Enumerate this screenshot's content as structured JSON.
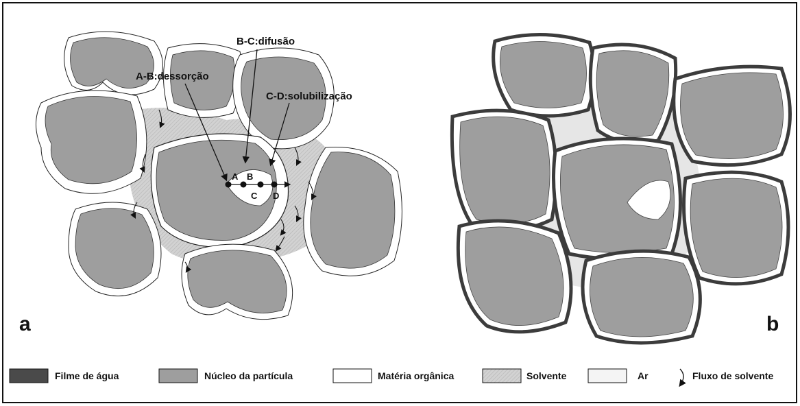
{
  "panels": {
    "a": "a",
    "b": "b"
  },
  "annotations": {
    "bc": "B-C:difusão",
    "ab": "A-B:dessorção",
    "cd": "C-D:solubilização"
  },
  "points": {
    "A": "A",
    "B": "B",
    "C": "C",
    "D": "D"
  },
  "legend": [
    {
      "label": "Filme de água",
      "color": "#4a4a4a"
    },
    {
      "label": "Núcleo da partícula",
      "color": "#9e9e9e"
    },
    {
      "label": "Matéria orgânica",
      "color": "#ffffff"
    },
    {
      "label": "Solvente",
      "color": "#cfcfcf"
    },
    {
      "label": "Ar",
      "color": "#f4f4f4"
    },
    {
      "label": "Fluxo de solvente",
      "icon": "curved-arrow-icon"
    }
  ]
}
